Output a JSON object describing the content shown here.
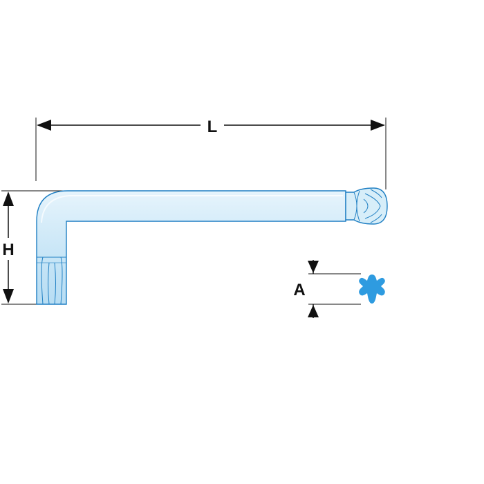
{
  "dimensions": {
    "length_label": "L",
    "height_label": "H",
    "across_label": "A"
  },
  "colors": {
    "tool_fill": "#cde8f7",
    "tool_stroke": "#1f7fc3",
    "torx_fill": "#2e9be0",
    "dimension_line": "#111111"
  }
}
